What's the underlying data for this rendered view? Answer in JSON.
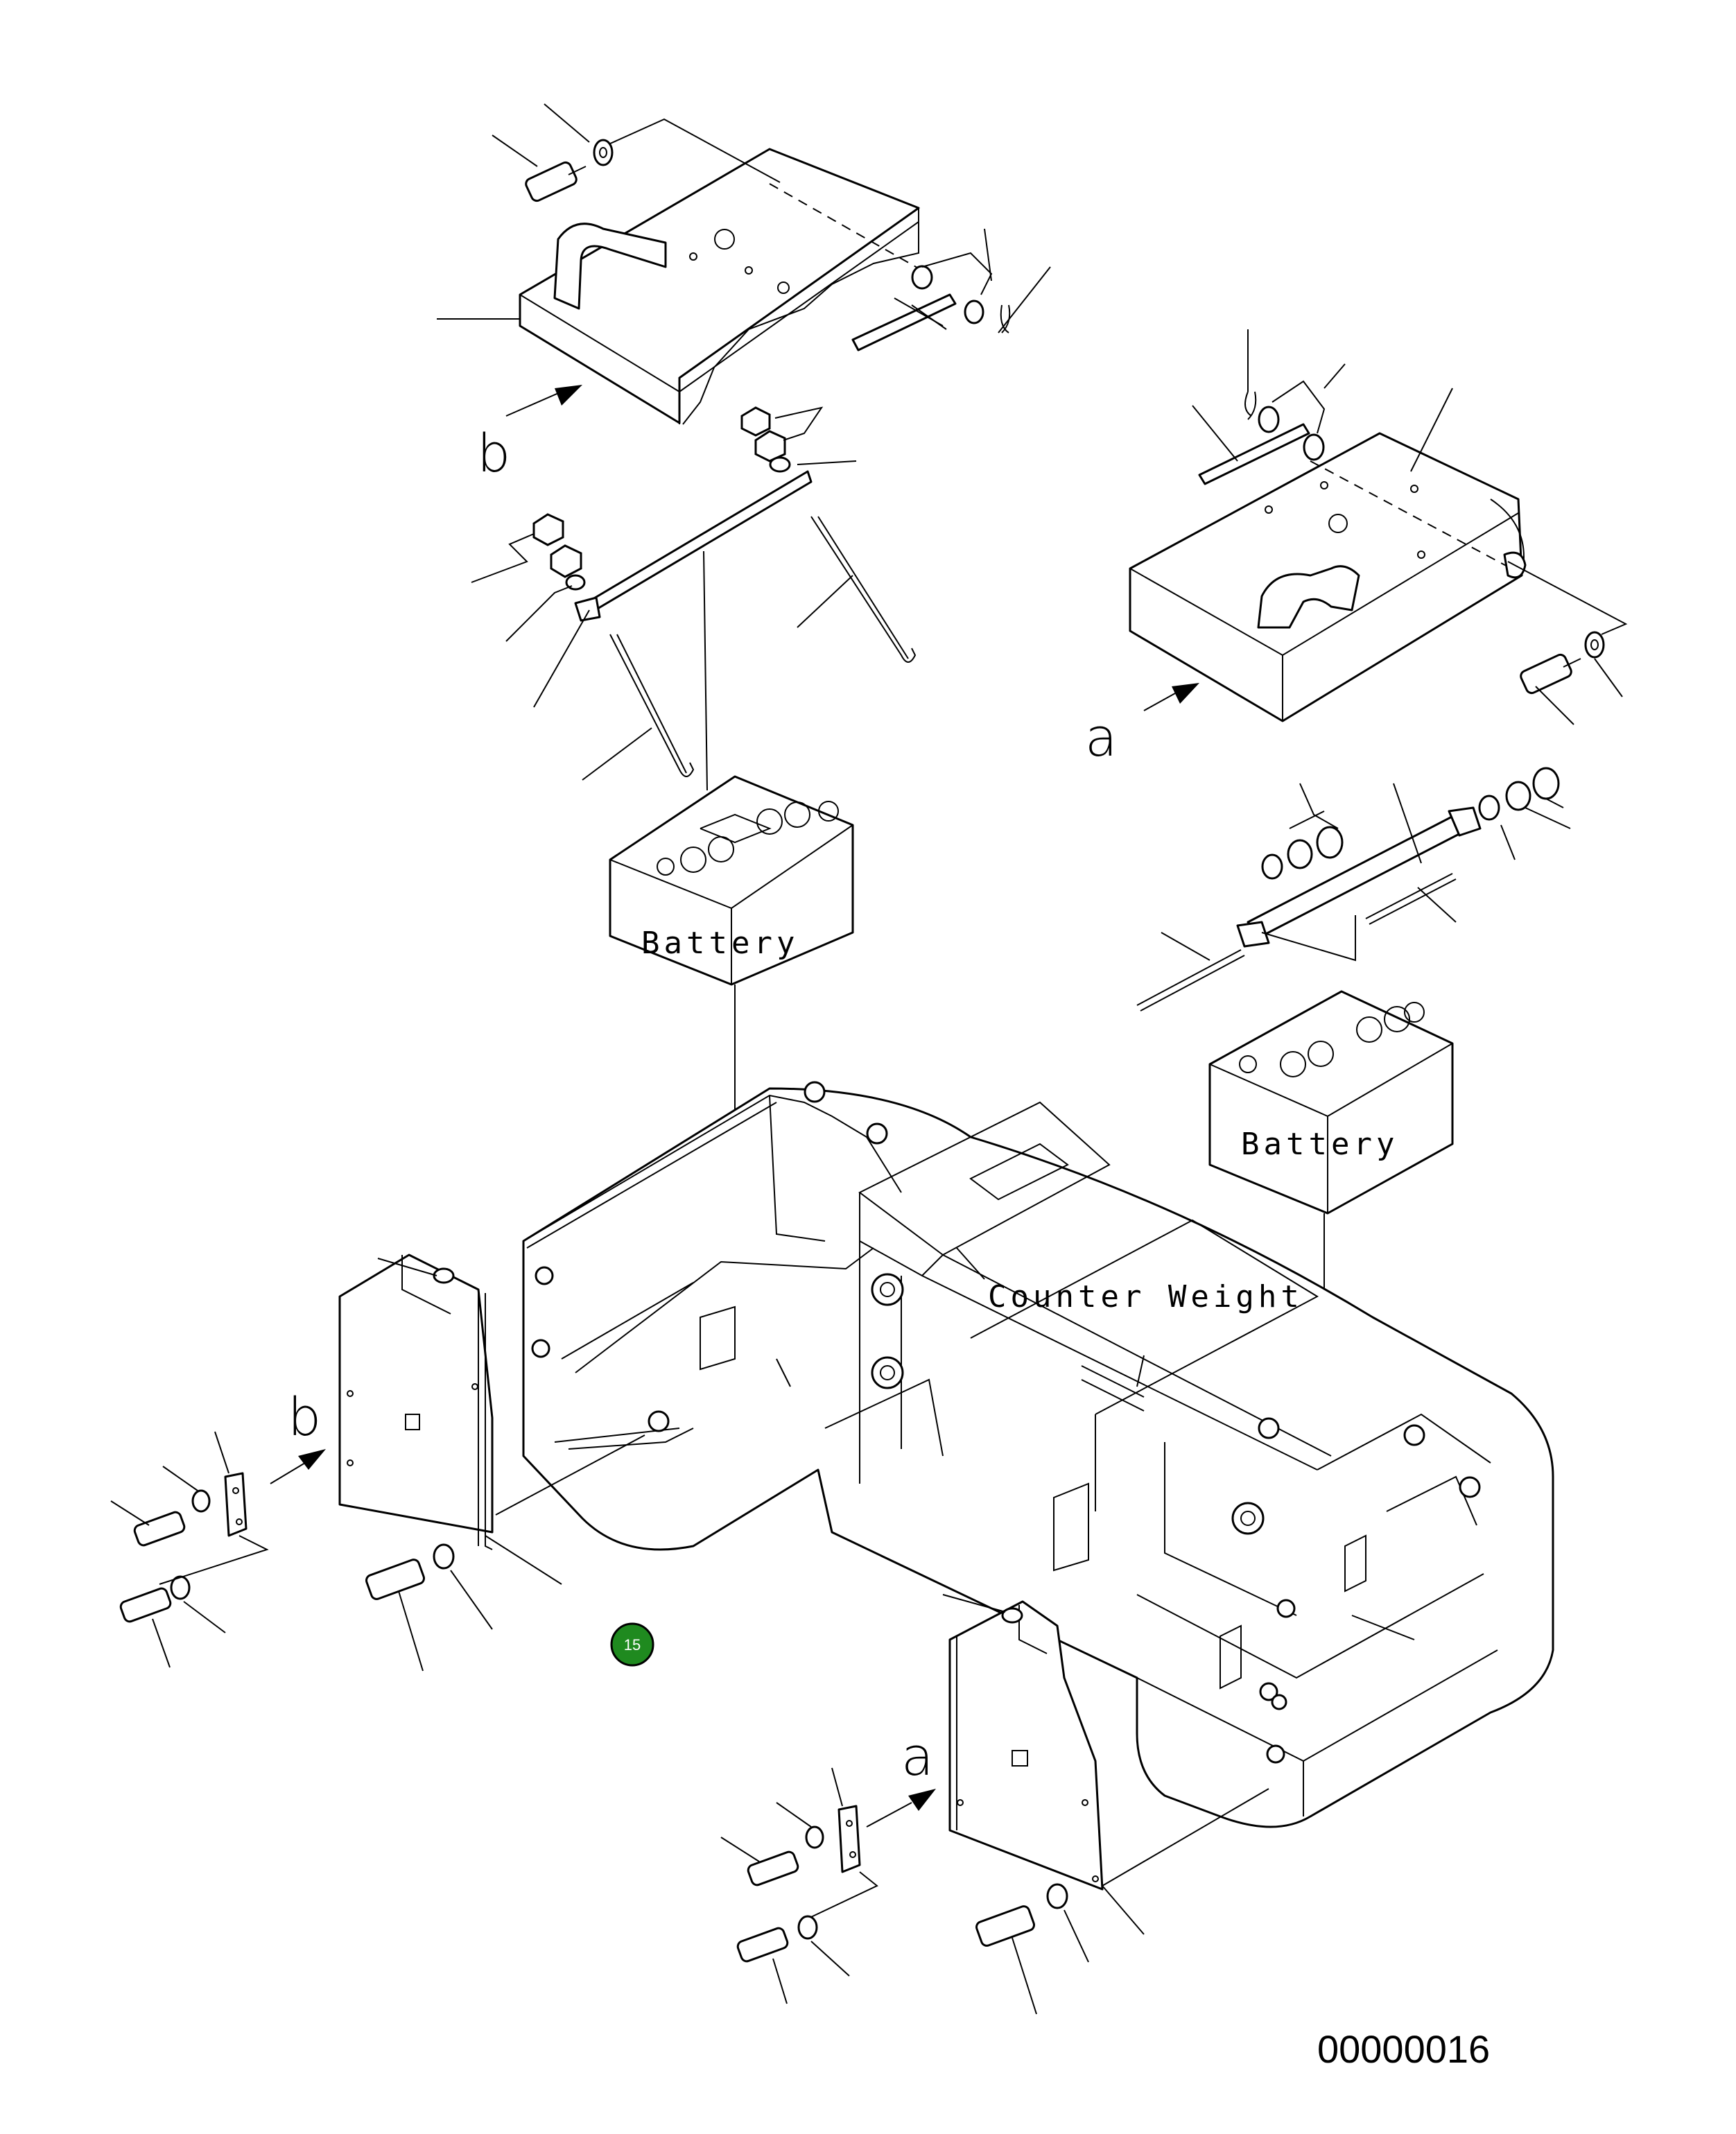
{
  "labels": {
    "battery_left": "Battery",
    "battery_right": "Battery",
    "counter_weight": "Counter Weight",
    "view_b_top": "b",
    "view_a_right": "a",
    "view_b_side": "b",
    "view_a_side": "a"
  },
  "badge": {
    "number": "15",
    "color": "#1f8a1f"
  },
  "figure_code": "00000016"
}
